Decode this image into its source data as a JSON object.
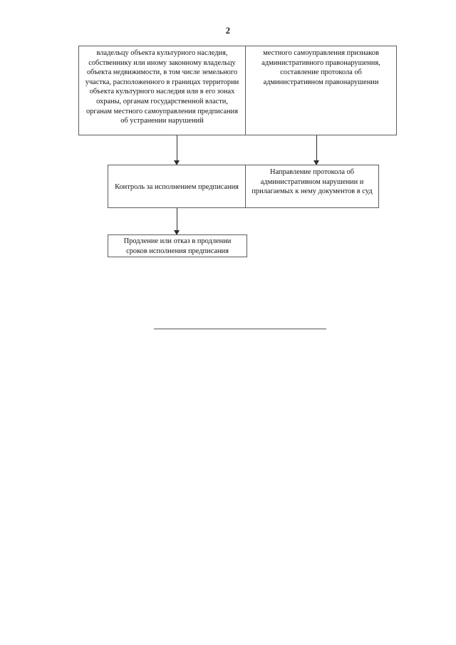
{
  "page": {
    "number": "2",
    "background_color": "#ffffff",
    "text_color": "#141414",
    "line_color": "#5d5d5d"
  },
  "flowchart": {
    "type": "flowchart",
    "boxes": [
      {
        "id": "top-left",
        "text": "владельцу объекта культурного наследия, собственнику или иному законному владельцу объекта недвижимости, в том числе земельного участка, расположенного в границах территории объекта культурного наследия или в его зонах охраны, органам государственной власти, органам местного самоуправления предписания об устранении нарушений"
      },
      {
        "id": "top-right",
        "text": "местного самоуправления признаков административного правонарушения, составление протокола об административном правонарушении"
      },
      {
        "id": "mid-left",
        "text": "Контроль за исполнением предписания"
      },
      {
        "id": "mid-right",
        "text": "Направление протокола об административном нарушении и прилагаемых к нему документов в суд"
      },
      {
        "id": "bottom",
        "text": "Продление или отказ в продлении сроков исполнения предписания"
      }
    ],
    "connectors": [
      {
        "id": "top-left-to-mid-left",
        "from": "top-left",
        "to": "mid-left",
        "direction": "down"
      },
      {
        "id": "top-right-to-mid-right",
        "from": "top-right",
        "to": "mid-right",
        "direction": "down"
      },
      {
        "id": "mid-left-to-bottom",
        "from": "mid-left",
        "to": "bottom",
        "direction": "down"
      }
    ]
  },
  "footer": {
    "rule_visible": true
  }
}
